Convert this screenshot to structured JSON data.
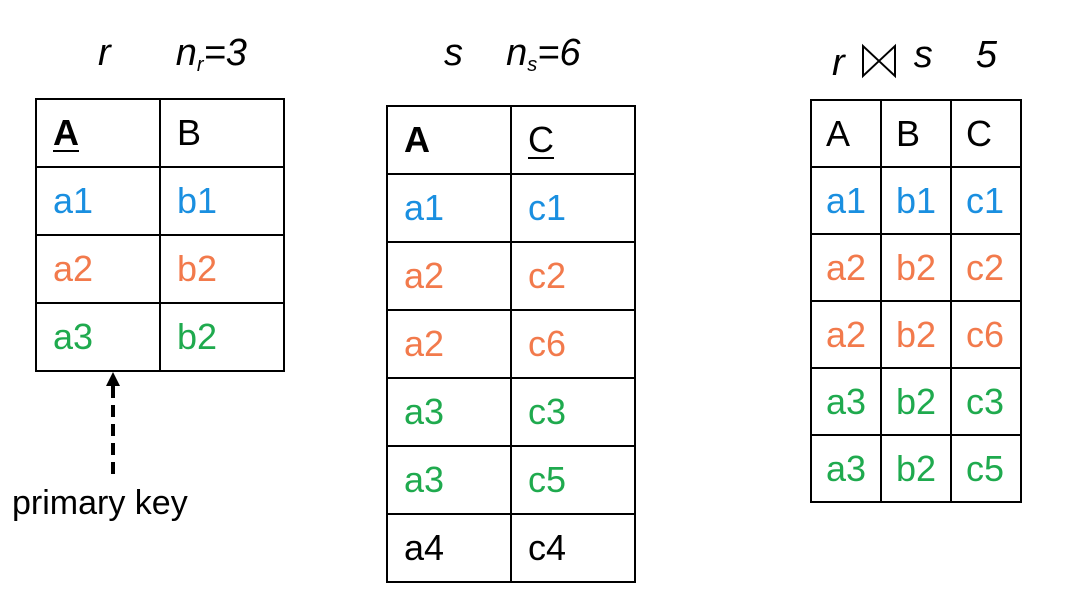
{
  "relation_r": {
    "name": "r",
    "count_symbol": "n",
    "count_sub": "r",
    "count_value": "=3",
    "headers": [
      "A",
      "B"
    ],
    "rows": [
      [
        "a1",
        "b1"
      ],
      [
        "a2",
        "b2"
      ],
      [
        "a3",
        "b2"
      ]
    ]
  },
  "relation_s": {
    "name": "s",
    "count_symbol": "n",
    "count_sub": "s",
    "count_value": "=6",
    "headers": [
      "A",
      "C"
    ],
    "rows": [
      [
        "a1",
        "c1"
      ],
      [
        "a2",
        "c2"
      ],
      [
        "a2",
        "c6"
      ],
      [
        "a3",
        "c3"
      ],
      [
        "a3",
        "c5"
      ],
      [
        "a4",
        "c4"
      ]
    ]
  },
  "join_result": {
    "left": "r",
    "right": "s",
    "count": "5",
    "headers": [
      "A",
      "B",
      "C"
    ],
    "rows": [
      [
        "a1",
        "b1",
        "c1"
      ],
      [
        "a2",
        "b2",
        "c2"
      ],
      [
        "a2",
        "b2",
        "c6"
      ],
      [
        "a3",
        "b2",
        "c3"
      ],
      [
        "a3",
        "b2",
        "c5"
      ]
    ]
  },
  "annotation": {
    "primary_key_label": "primary key"
  },
  "colors": {
    "a1": "#1a8fe0",
    "a2": "#f27a4c",
    "a3": "#1faa4e",
    "a4": "#000000"
  }
}
